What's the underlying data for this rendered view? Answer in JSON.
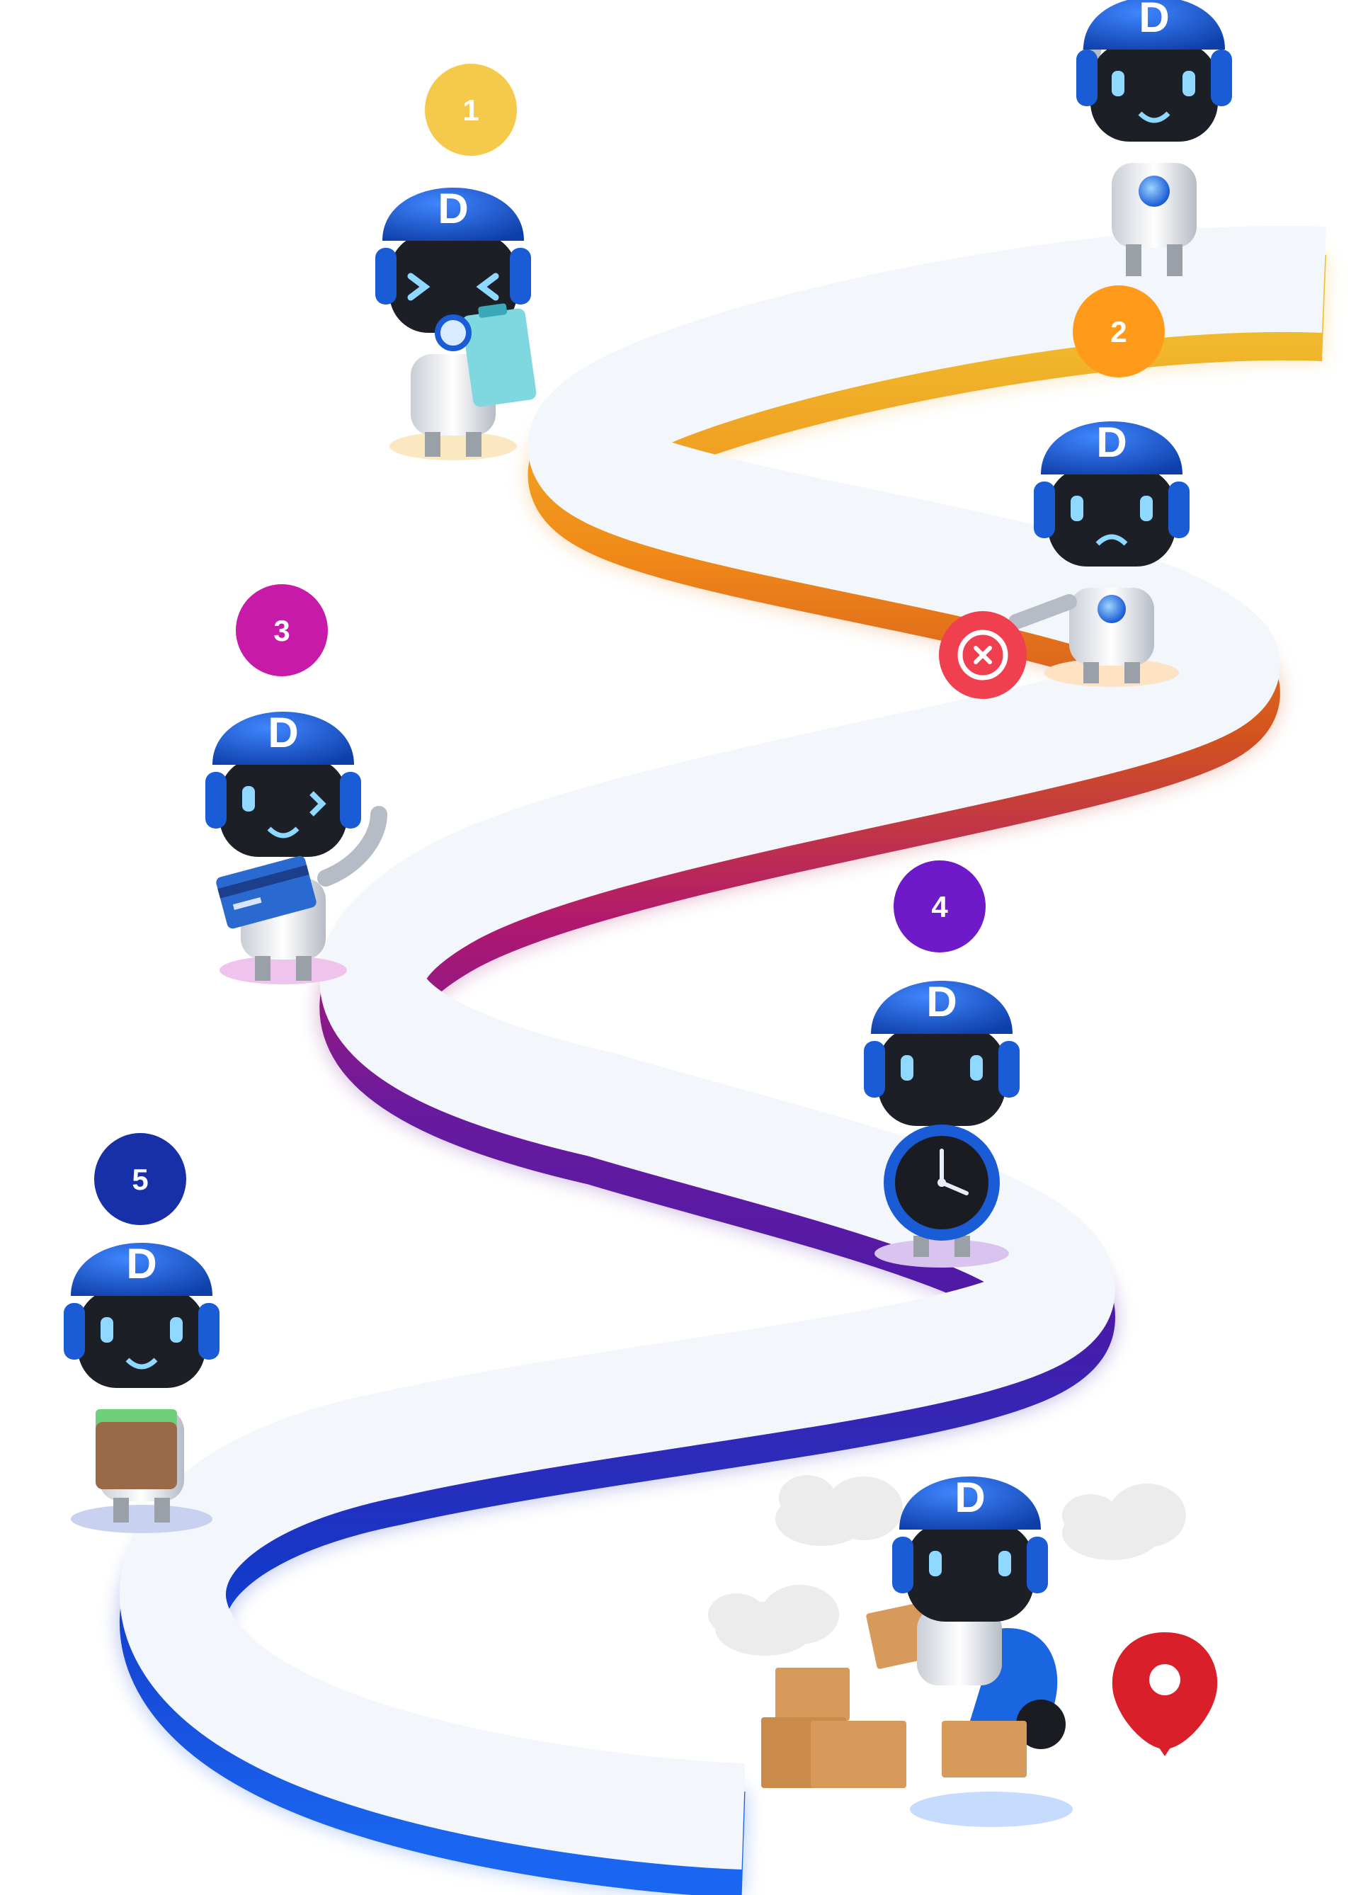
{
  "brand": {
    "letter": "D",
    "helmet_color": "#1a5bd6",
    "helmet_dark": "#0b3aa8"
  },
  "steps": [
    {
      "number": "1",
      "color": "#f5c94a"
    },
    {
      "number": "2",
      "color": "#ff9a1a"
    },
    {
      "number": "3",
      "color": "#c81aa8"
    },
    {
      "number": "4",
      "color": "#6e1ac8"
    },
    {
      "number": "5",
      "color": "#1730a8"
    }
  ],
  "road": {
    "surface": "#f3f6fb",
    "gradient": [
      "#f0c030",
      "#f08a18",
      "#d2521f",
      "#b0186e",
      "#6a1a9e",
      "#4a1aa8",
      "#1438c8",
      "#1a66f0"
    ]
  },
  "icons": {
    "cancel": "close-circle-icon",
    "location": "map-pin-icon",
    "clock": "alarm-clock-icon",
    "card": "credit-card-icon",
    "wallet": "wallet-icon",
    "clipboard": "clipboard-icon",
    "scooter": "scooter-icon",
    "box": "package-box-icon",
    "cloud": "cloud-icon"
  },
  "accent_colors": {
    "cancel": "#f0404f",
    "pin": "#d81f2a",
    "card": "#2a6ad0",
    "wallet": "#9a6a48",
    "clipboard": "#7fd8e0",
    "box": "#d89a5a",
    "scooter": "#1a66e0"
  }
}
